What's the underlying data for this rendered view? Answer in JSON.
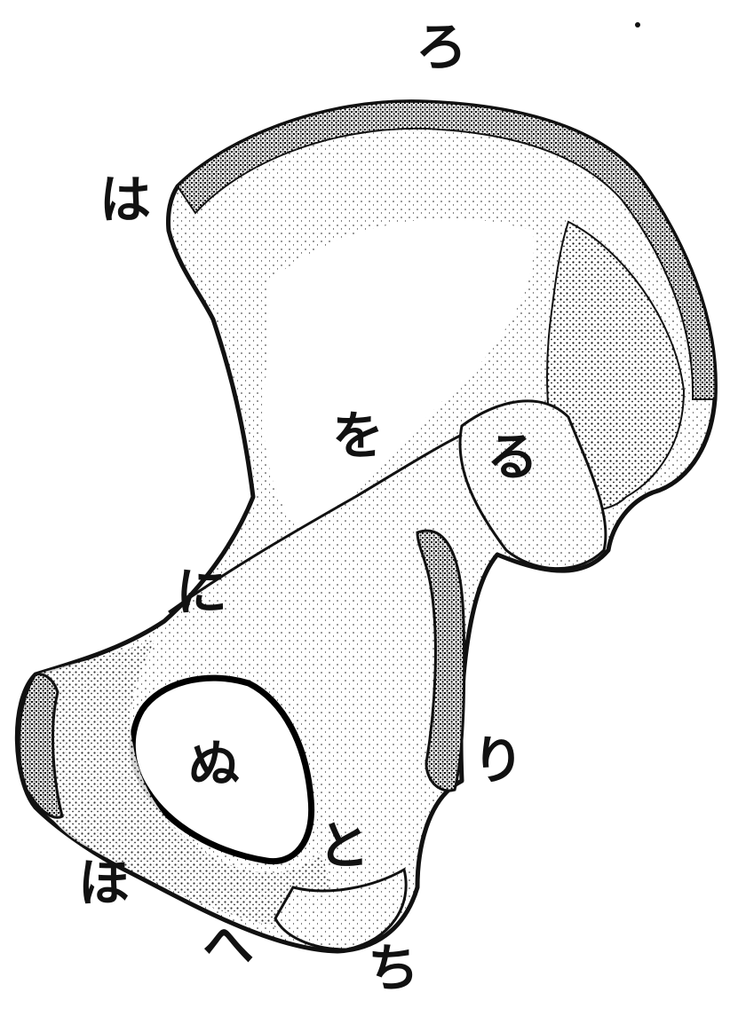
{
  "figure": {
    "colors": {
      "ink": "#111111",
      "paper": "#ffffff"
    },
    "labels": {
      "ro": "ろ",
      "ha": "は",
      "wo": "を",
      "ru": "る",
      "ni": "に",
      "nu": "ぬ",
      "ri": "り",
      "to": "と",
      "ho": "ほ",
      "he": "へ",
      "chi": "ち"
    }
  }
}
